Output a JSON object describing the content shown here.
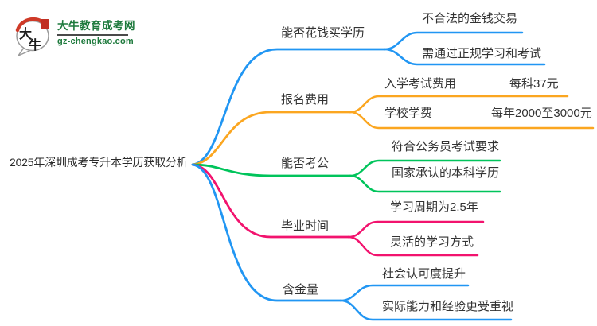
{
  "logo": {
    "icon_char_1": "大",
    "icon_char_2": "牛",
    "site_name": "大牛教育成考网",
    "site_url": "gz-chengkao.com",
    "brand_green": "#1e7a3d",
    "seal_red": "#c13023"
  },
  "mindmap": {
    "root": "2025年深圳成考专升本学历获取分析",
    "branches": [
      {
        "label": "能否花钱买学历",
        "color": "#2196f3",
        "children": [
          {
            "label": "不合法的金钱交易"
          },
          {
            "label": "需通过正规学习和考试"
          }
        ]
      },
      {
        "label": "报名费用",
        "color": "#fba620",
        "children": [
          {
            "label": "入学考试费用",
            "value": "每科37元"
          },
          {
            "label": "学校学费",
            "value": "每年2000至3000元"
          }
        ]
      },
      {
        "label": "能否考公",
        "color": "#00c45b",
        "children": [
          {
            "label": "符合公务员考试要求"
          },
          {
            "label": "国家承认的本科学历"
          }
        ]
      },
      {
        "label": "毕业时间",
        "color": "#f2136e",
        "children": [
          {
            "label": "学习周期为2.5年"
          },
          {
            "label": "灵活的学习方式"
          }
        ]
      },
      {
        "label": "含金量",
        "color": "#2196f3",
        "children": [
          {
            "label": "社会认可度提升"
          },
          {
            "label": "实际能力和经验更受重视"
          }
        ]
      }
    ]
  }
}
